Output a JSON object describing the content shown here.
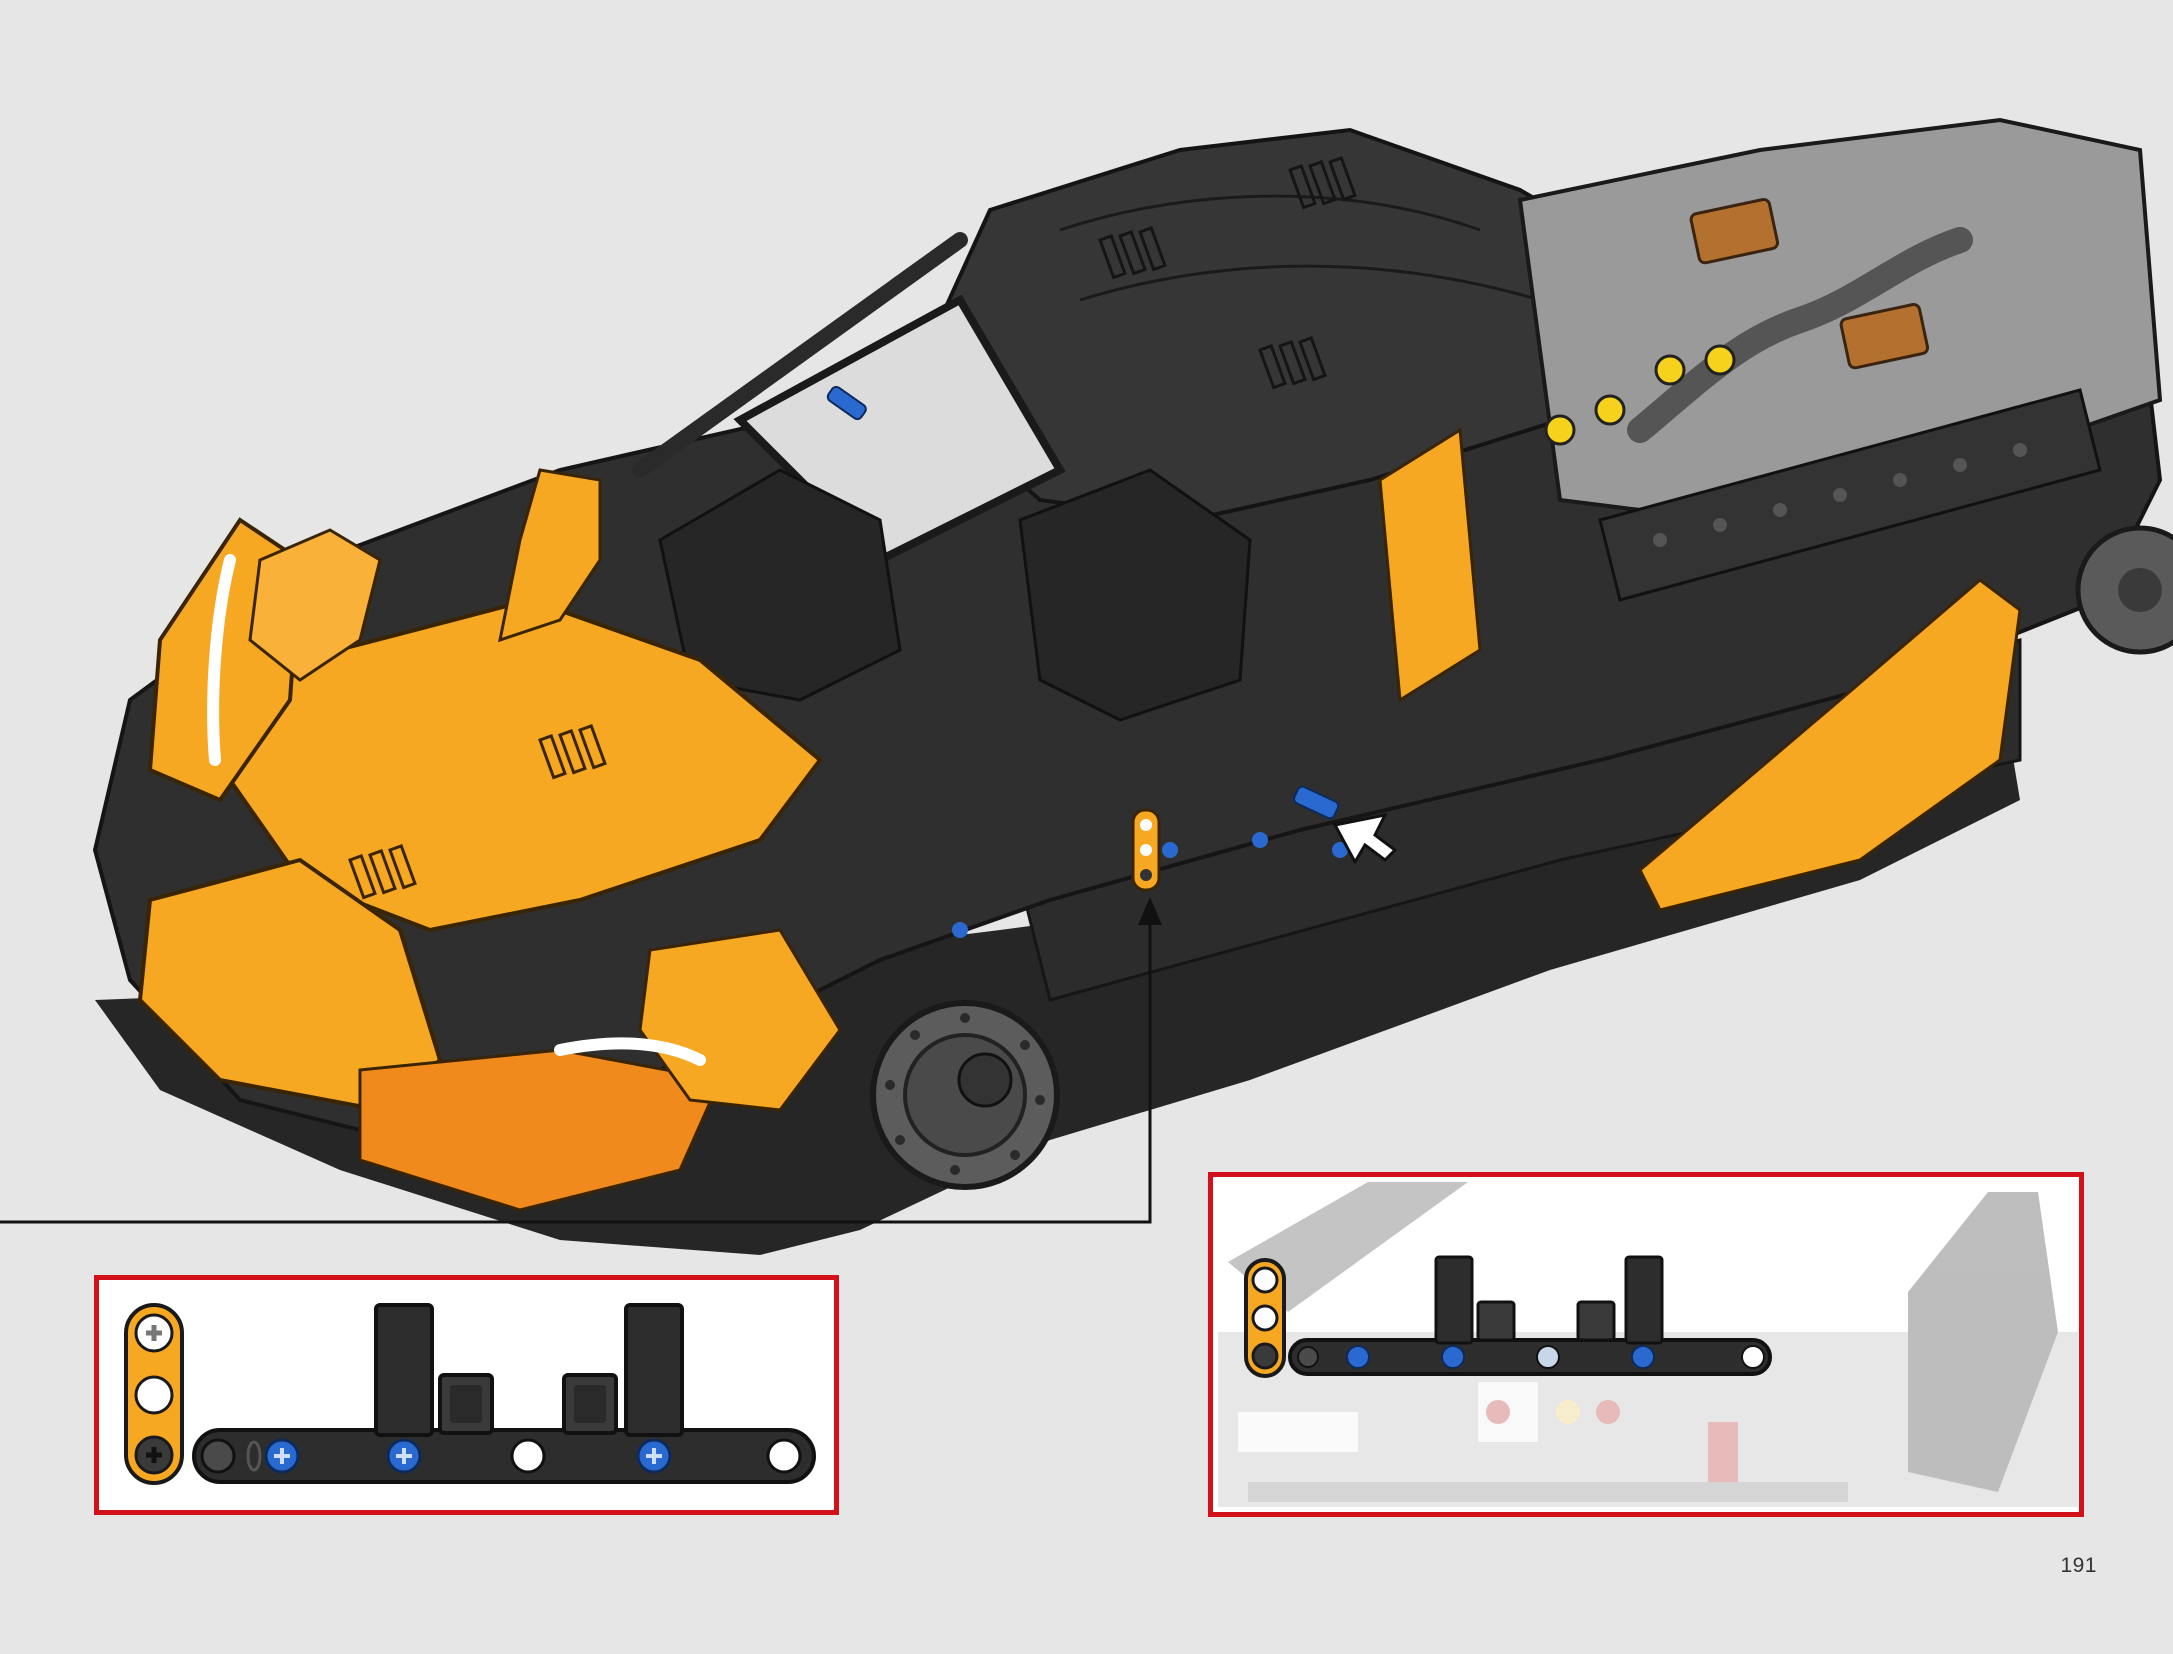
{
  "page": {
    "number": "191"
  },
  "colors": {
    "background": "#e6e6e6",
    "body_dark": "#2f2f2f",
    "body_mid": "#4a4a4a",
    "panel_outline": "#1b1b1b",
    "accent_yellow": "#f7a823",
    "accent_orange": "#f08a1c",
    "callout_border": "#d2111a",
    "pin_blue": "#2a6ad0",
    "engine_brown": "#b3702e"
  },
  "illustration": {
    "subject": "car-model-assembly",
    "parts_highlighted": [
      "yellow-liftarm-3",
      "black-liftarm-thin",
      "black-beam-vertical-pair"
    ]
  },
  "callouts": [
    {
      "id": "parts-callout-left",
      "style": "red-frame"
    },
    {
      "id": "placement-callout-right",
      "style": "red-frame"
    }
  ]
}
